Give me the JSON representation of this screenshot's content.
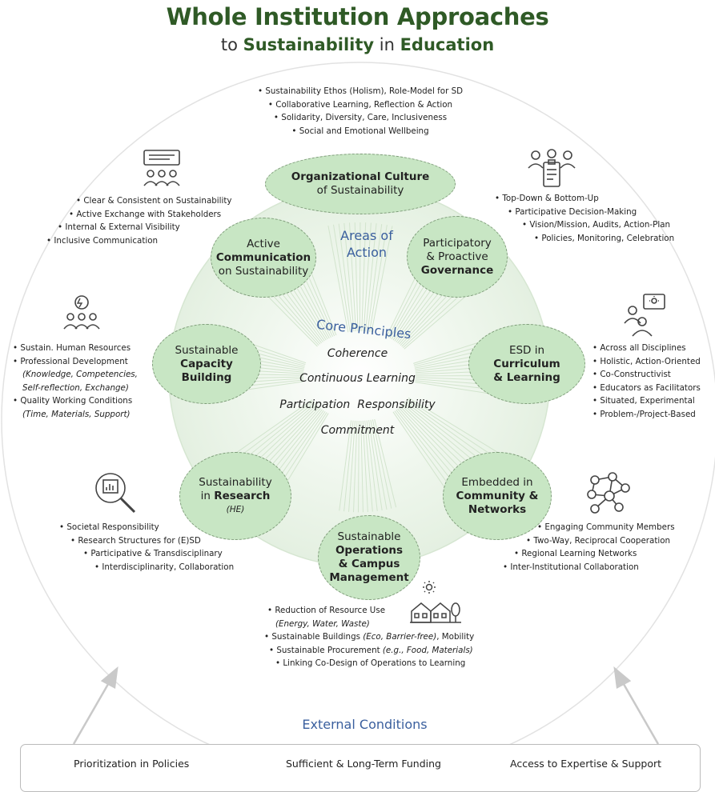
{
  "title": {
    "line1": "Whole Institution Approaches",
    "line2_pre": "to ",
    "line2_b1": "Sustainability",
    "line2_mid": " in ",
    "line2_b2": "Education"
  },
  "areas_label": {
    "line1": "Areas of",
    "line2": "Action"
  },
  "core_label": "Core Principles",
  "core_principles": [
    "Coherence",
    "Continuous Learning",
    "Participation",
    "Responsibility",
    "Commitment"
  ],
  "areas": {
    "org_culture": {
      "bold": "Organizational Culture",
      "line2": "of Sustainability"
    },
    "communication": {
      "line1": "Active",
      "bold": "Communication",
      "line3": "on Sustainability"
    },
    "governance": {
      "line1": "Participatory",
      "line2": "& Proactive",
      "bold": "Governance"
    },
    "capacity": {
      "line1": "Sustainable",
      "bold1": "Capacity",
      "bold2": "Building"
    },
    "curriculum": {
      "line1": "ESD in",
      "bold1": "Curriculum",
      "bold2": "& Learning"
    },
    "research": {
      "line1": "Sustainability",
      "pre": "in ",
      "bold": "Research",
      "note": "(HE)"
    },
    "community": {
      "line1": "Embedded in",
      "bold1": "Community &",
      "bold2": "Networks"
    },
    "operations": {
      "line1": "Sustainable",
      "bold1": "Operations",
      "bold2": "& Campus",
      "bold3": "Management"
    }
  },
  "bullets": {
    "org_culture": [
      "Sustainability Ethos (Holism), Role-Model for SD",
      "Collaborative Learning, Reflection & Action",
      "Solidarity, Diversity, Care, Inclusiveness",
      "Social and Emotional Wellbeing"
    ],
    "communication": [
      "Clear & Consistent on Sustainability",
      "Active Exchange with Stakeholders",
      "Internal & External Visibility",
      "Inclusive Communication"
    ],
    "governance": [
      "Top-Down & Bottom-Up",
      "Participative Decision-Making",
      "Vision/Mission, Audits, Action-Plan",
      "Policies, Monitoring, Celebration"
    ],
    "capacity": {
      "l1": "Sustain. Human Resources",
      "l2": "Professional Development",
      "l3": "(Knowledge, Competencies,",
      "l4": "Self-reflection, Exchange)",
      "l5": "Quality Working Conditions",
      "l6": "(Time, Materials, Support)"
    },
    "curriculum": [
      "Across all Disciplines",
      "Holistic, Action-Oriented",
      "Co-Constructivist",
      "Educators as Facilitators",
      "Situated, Experimental",
      "Problem-/Project-Based"
    ],
    "research": [
      "Societal Responsibility",
      "Research Structures for (E)SD",
      "Participative & Transdisciplinary",
      "Interdisciplinarity, Collaboration"
    ],
    "community": [
      "Engaging Community Members",
      "Two-Way, Reciprocal Cooperation",
      "Regional Learning Networks",
      "Inter-Institutional Collaboration"
    ],
    "operations": {
      "l1": "Reduction of Resource Use",
      "l2": "(Energy, Water, Waste)",
      "l3a": "Sustainable Buildings ",
      "l3b": "(Eco, Barrier-free)",
      "l3c": ", Mobility",
      "l4a": "Sustainable Procurement ",
      "l4b": "(e.g., Food, Materials)",
      "l5": "Linking Co-Design of Operations to Learning"
    }
  },
  "external_label": "External Conditions",
  "external_conditions": [
    "Prioritization in Policies",
    "Sufficient & Long-Term Funding",
    "Access to Expertise & Support"
  ],
  "colors": {
    "title_green": "#2f5a26",
    "ellipse_fill": "#c8e6c4",
    "blue_label": "#3a5f9e"
  }
}
